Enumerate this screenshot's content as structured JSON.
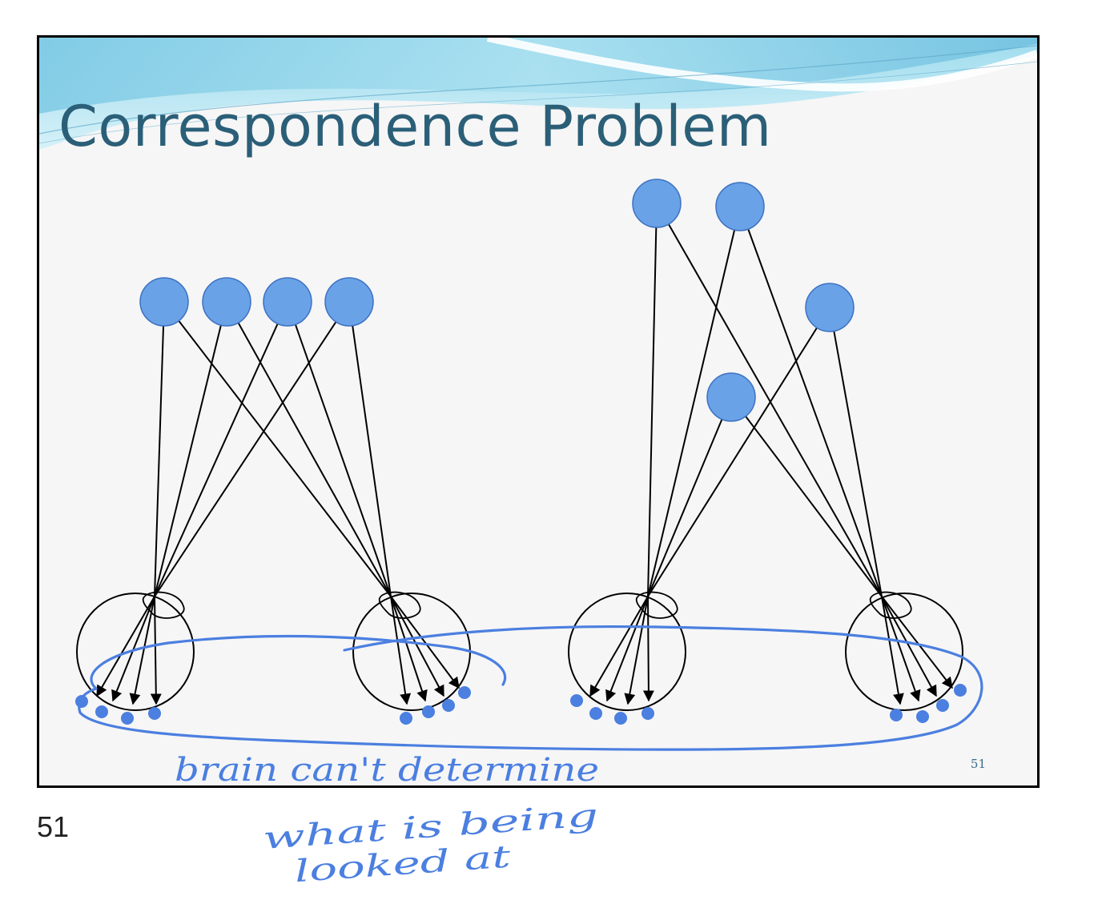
{
  "slide": {
    "title": "Correspondence Problem",
    "number": "51"
  },
  "page_number": "51",
  "annotation": {
    "lines": [
      "brain can't determine",
      "what is being",
      "looked at"
    ]
  },
  "colors": {
    "title": "#2b5f78",
    "object_fill": "#6aa2e8",
    "object_stroke": "#3d72c2",
    "ink": "#4b7fe0",
    "header_wave": "#8fd3ec"
  }
}
